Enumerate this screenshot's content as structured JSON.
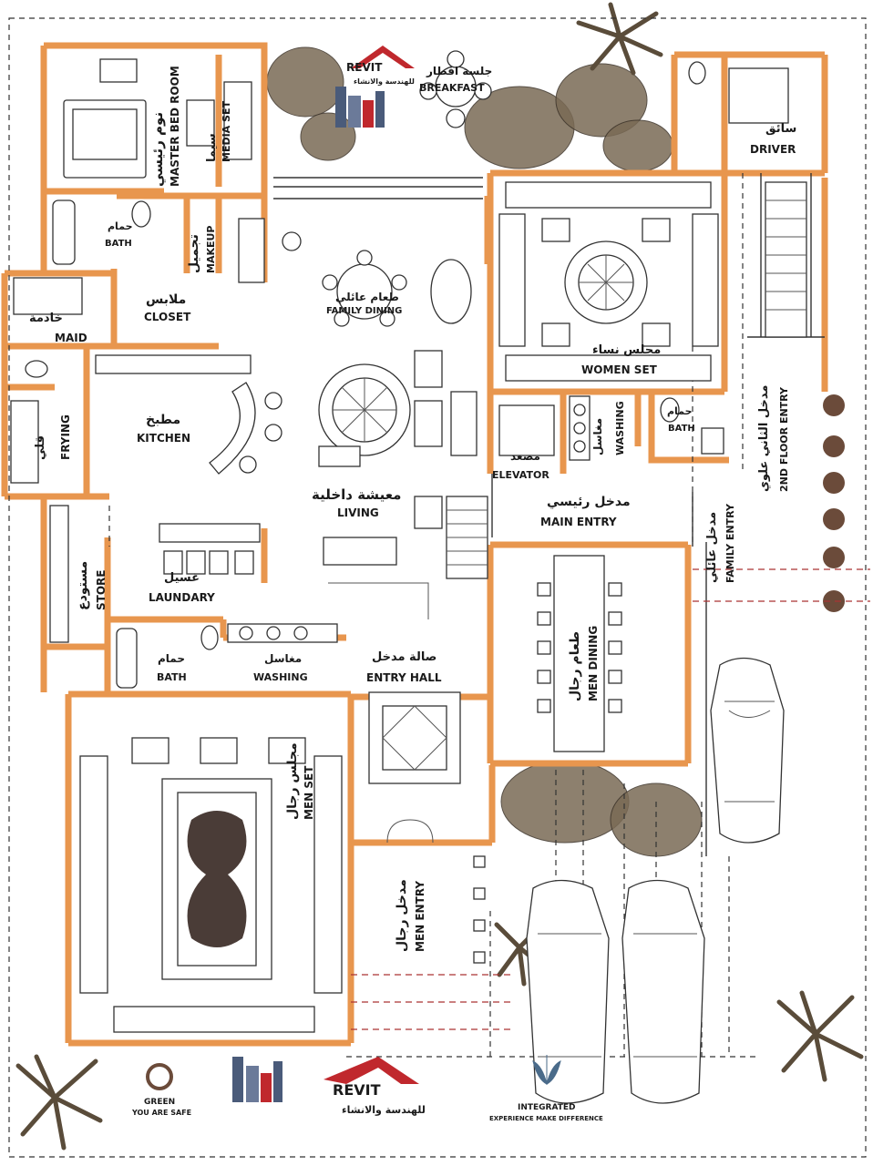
{
  "rooms": {
    "master_bed": {
      "ar": "نوم رئيسي",
      "en": "MASTER BED ROOM"
    },
    "media": {
      "ar": "سيما",
      "en": "MEDIA SET"
    },
    "makeup": {
      "ar": "تجميل",
      "en": "MAKEUP"
    },
    "bath_master": {
      "ar": "حمام",
      "en": "BATH"
    },
    "closet": {
      "ar": "ملابس",
      "en": "CLOSET"
    },
    "maid": {
      "ar": "خادمة",
      "en": "MAID"
    },
    "family_dining": {
      "ar": "طعام عائلي",
      "en": "FAMILY DINING"
    },
    "kitchen": {
      "ar": "مطبخ",
      "en": "KITCHEN"
    },
    "frying": {
      "ar": "قلي",
      "en": "FRYING"
    },
    "living": {
      "ar": "معيشة داخلية",
      "en": "LIVING"
    },
    "store": {
      "ar": "مستودع",
      "en": "STORE"
    },
    "laundry": {
      "ar": "غسيل",
      "en": "LAUNDARY"
    },
    "bath_laundry": {
      "ar": "حمام",
      "en": "BATH"
    },
    "washing_left": {
      "ar": "مغاسل",
      "en": "WASHING"
    },
    "entry_hall": {
      "ar": "صالة مدخل",
      "en": "ENTRY HALL"
    },
    "men_set": {
      "ar": "مجلس رجال",
      "en": "MEN SET"
    },
    "men_entry": {
      "ar": "مدخل رجال",
      "en": "MEN ENTRY"
    },
    "men_dining": {
      "ar": "طعام رجال",
      "en": "MEN DINING"
    },
    "women_set": {
      "ar": "مجلس نساء",
      "en": "WOMEN SET"
    },
    "washing_right": {
      "ar": "مغاسل",
      "en": "WASHING"
    },
    "bath_right": {
      "ar": "حمام",
      "en": "BATH"
    },
    "elevator": {
      "ar": "مصعد",
      "en": "ELEVATOR"
    },
    "main_entry": {
      "ar": "مدخل رئيسي",
      "en": "MAIN ENTRY"
    },
    "family_entry": {
      "ar": "مدخل عائلي",
      "en": "FAMILY ENTRY"
    },
    "second_floor_entry": {
      "ar": "مدخل الثاني علوي",
      "en": "2ND FLOOR ENTRY"
    },
    "driver": {
      "ar": "سائق",
      "en": "DRIVER"
    },
    "breakfast": {
      "ar": "جلسة افطار",
      "en": "BREAKFAST"
    }
  },
  "logos": {
    "revit_top": {
      "name": "REVIT",
      "ar": "للهندسة والانشاء"
    },
    "revit_bottom": {
      "name": "REVIT",
      "ar": "للهندسة والانشاء"
    },
    "green": {
      "name": "GREEN",
      "tagline": "YOU ARE SAFE"
    },
    "integrated": {
      "name": "INTEGRATED",
      "tagline": "EXPERIENCE MAKE DIFFERENCE"
    }
  },
  "colors": {
    "wall": "#e8964e",
    "line": "#333333",
    "revit_red": "#c0282d",
    "revit_dark": "#2b2b45"
  }
}
